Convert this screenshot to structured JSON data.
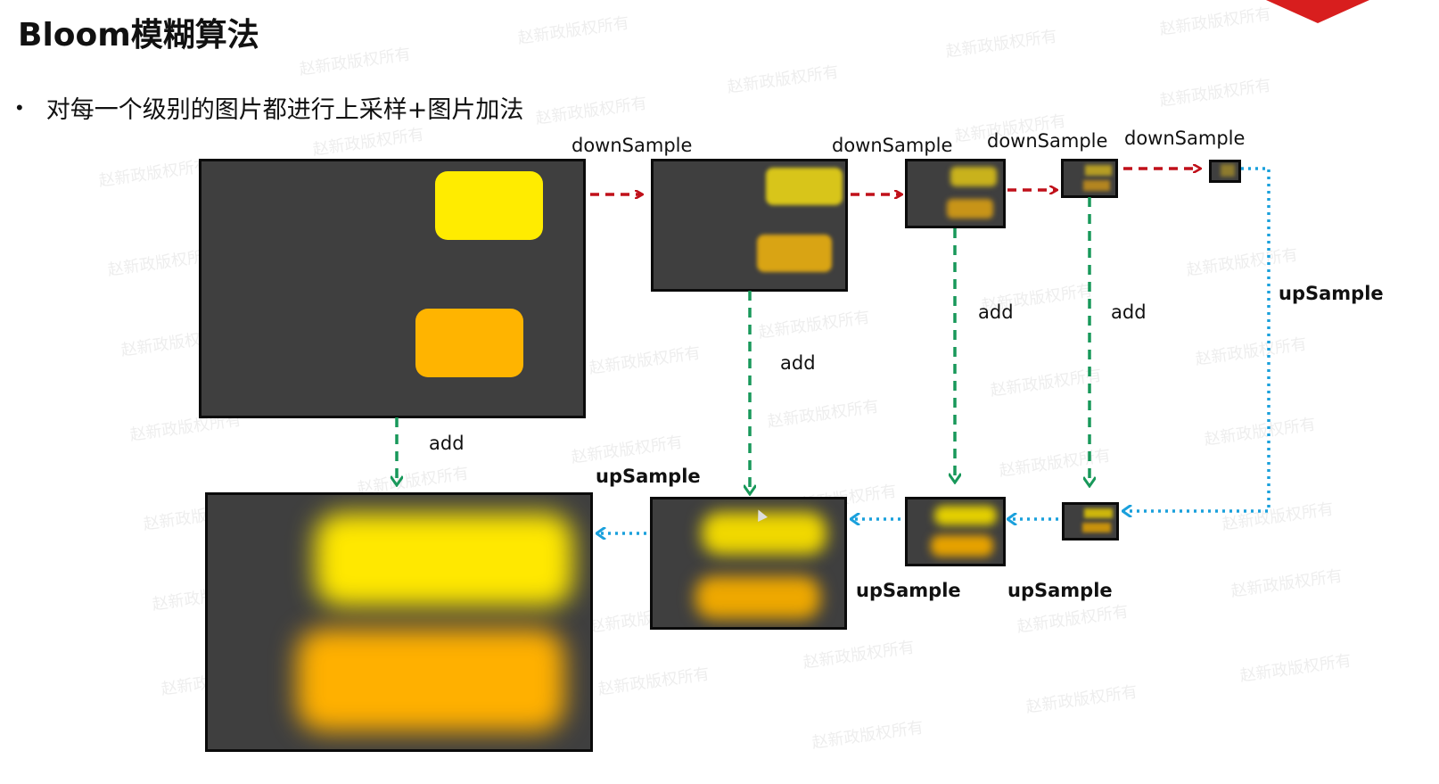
{
  "title": "Bloom模糊算法",
  "bullet": "对每一个级别的图片都进行上采样+图片加法",
  "labels": {
    "downsample_1": "downSample",
    "downsample_2": "downSample",
    "downsample_3": "downSample",
    "downsample_4": "downSample",
    "upsample_right": "upSample",
    "upsample_1": "upSample",
    "upsample_2": "upSample",
    "upsample_3": "upSample",
    "add_1": "add",
    "add_2": "add",
    "add_3": "add",
    "add_4": "add"
  },
  "watermark": "赵新政版权所有",
  "colors": {
    "panel": "#3f3f3f",
    "yellow": "#ffec00",
    "orange": "#ffb400",
    "downsample_arrow": "#c0101a",
    "add_arrow": "#18985a",
    "upsample_arrow": "#1aa0dc",
    "accent": "#d81e1e"
  }
}
